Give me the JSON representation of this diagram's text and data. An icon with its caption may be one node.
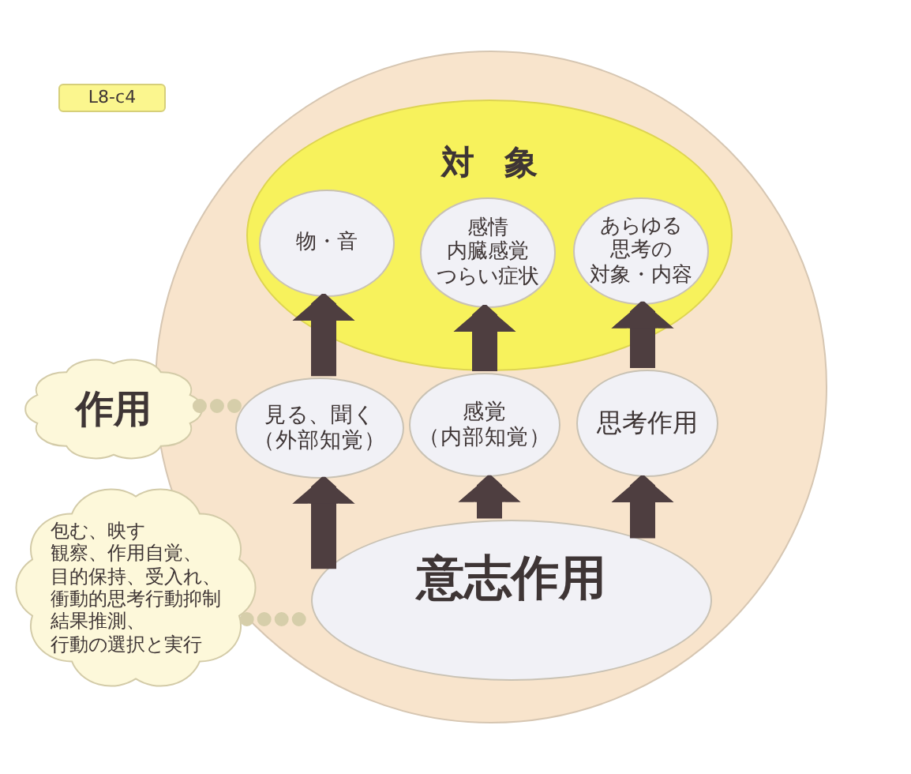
{
  "diagram": {
    "nodes": [
      {
        "text": [
          "L8-c4"
        ]
      },
      {
        "text": [],
        "shape": "circle"
      },
      {
        "text": [
          "対象"
        ],
        "in": 1
      },
      {
        "text": [
          "物・音"
        ],
        "in": 2
      },
      {
        "text": [
          "感情",
          "内臓感覚",
          "つらい症状"
        ],
        "in": 2
      },
      {
        "text": [
          "あらゆる思考の対象・内容"
        ],
        "in": 2
      },
      {
        "text": [
          "作用"
        ]
      },
      {
        "text": [
          "見る、聞く",
          "（外部知覚）"
        ],
        "in": 1
      },
      {
        "text": [
          "感覚",
          "（内部知覚）"
        ],
        "in": 1
      },
      {
        "text": [
          "思考作用"
        ],
        "in": 1
      },
      {
        "text": [
          "包む、映す",
          "観察、作用自覚、",
          "目的保持、受入れ、",
          "衝動的思考行動抑制",
          "結果推測、",
          "行動の選択と実行"
        ]
      },
      {
        "text": [
          "意志作用"
        ],
        "in": 1
      }
    ],
    "edges": [
      {
        "from": 7,
        "to": 3,
        "arrow": "to"
      },
      {
        "from": 8,
        "to": 4,
        "arrow": "to"
      },
      {
        "from": 9,
        "to": 5,
        "arrow": "to"
      },
      {
        "from": 6,
        "to": 7,
        "arrow": "none",
        "style": "dashed",
        "color": "#d6ceaa"
      },
      {
        "from": 11,
        "to": 7,
        "arrow": "to"
      },
      {
        "from": 11,
        "to": 8,
        "arrow": "to"
      },
      {
        "from": 11,
        "to": 9,
        "arrow": "to"
      },
      {
        "from": 10,
        "to": 11,
        "arrow": "none",
        "style": "dashed",
        "color": "#d6ceaa"
      }
    ]
  }
}
